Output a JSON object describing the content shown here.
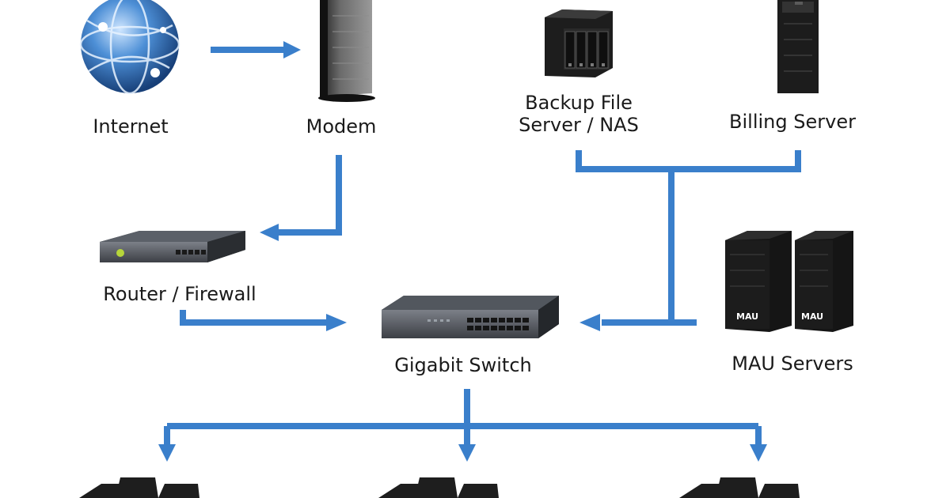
{
  "nodes": {
    "internet": {
      "label": "Internet"
    },
    "modem": {
      "label": "Modem"
    },
    "nas": {
      "label": "Backup File\nServer / NAS"
    },
    "billing": {
      "label": "Billing Server"
    },
    "router": {
      "label": "Router / Firewall"
    },
    "switch": {
      "label": "Gigabit Switch"
    },
    "mau": {
      "label": "MAU Servers",
      "logo_text": "MAU"
    }
  },
  "colors": {
    "connector": "#3a7fcb",
    "device_dark": "#1f1f1f",
    "device_gray": "#4a4e55",
    "globe": "#2f6fb6"
  },
  "icons": [
    "globe-icon",
    "modem-icon",
    "nas-icon",
    "tower-server-icon",
    "router-icon",
    "switch-icon",
    "workstation-icon"
  ]
}
